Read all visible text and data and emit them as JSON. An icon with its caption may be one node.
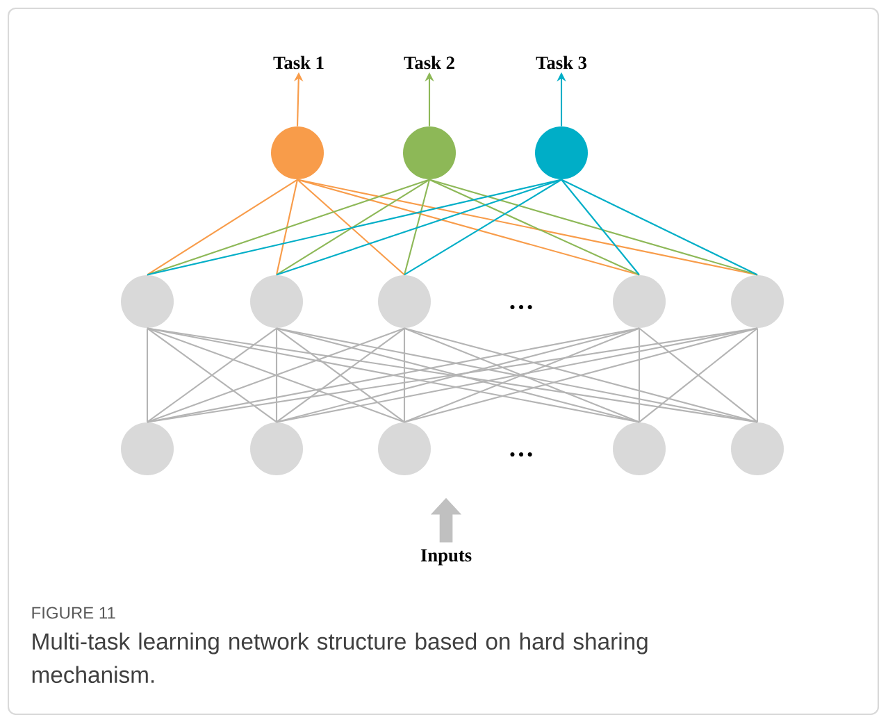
{
  "diagram": {
    "caption": "Multi-task learning network structure based on hard sharing mechanism.",
    "nodes": [
      {
        "text": [
          "Task 1"
        ]
      },
      {
        "text": [
          "Task 2"
        ]
      },
      {
        "text": [
          "Task 3"
        ]
      },
      {
        "text": [],
        "shape": "circle"
      },
      {
        "text": [],
        "shape": "circle"
      },
      {
        "text": [],
        "shape": "circle"
      },
      {
        "text": [],
        "shape": "circle"
      },
      {
        "text": [],
        "shape": "circle"
      },
      {
        "text": [],
        "shape": "circle"
      },
      {
        "text": [],
        "shape": "circle"
      },
      {
        "text": [],
        "shape": "circle"
      },
      {
        "text": [],
        "shape": "circle"
      },
      {
        "text": [],
        "shape": "circle"
      },
      {
        "text": [],
        "shape": "circle"
      },
      {
        "text": [],
        "shape": "circle"
      },
      {
        "text": [],
        "shape": "circle"
      },
      {
        "text": [
          "Inputs"
        ]
      }
    ],
    "edges": [
      {
        "from": 3,
        "to": 0,
        "arrow": "to",
        "color": "#f89c4a"
      },
      {
        "from": 4,
        "to": 1,
        "arrow": "to",
        "color": "#8db857"
      },
      {
        "from": 5,
        "to": 2,
        "arrow": "to",
        "color": "#00aec7"
      },
      {
        "from": 3,
        "to": 6,
        "arrow": "none",
        "color": "#f89c4a"
      },
      {
        "from": 3,
        "to": 7,
        "arrow": "none",
        "color": "#f89c4a"
      },
      {
        "from": 3,
        "to": 8,
        "arrow": "none",
        "color": "#f89c4a"
      },
      {
        "from": 3,
        "to": 9,
        "arrow": "none",
        "color": "#f89c4a"
      },
      {
        "from": 3,
        "to": 10,
        "arrow": "none",
        "color": "#f89c4a"
      },
      {
        "from": 4,
        "to": 6,
        "arrow": "none",
        "color": "#8db857"
      },
      {
        "from": 4,
        "to": 7,
        "arrow": "none",
        "color": "#8db857"
      },
      {
        "from": 4,
        "to": 8,
        "arrow": "none",
        "color": "#8db857"
      },
      {
        "from": 4,
        "to": 9,
        "arrow": "none",
        "color": "#8db857"
      },
      {
        "from": 4,
        "to": 10,
        "arrow": "none",
        "color": "#8db857"
      },
      {
        "from": 5,
        "to": 6,
        "arrow": "none",
        "color": "#00aec7"
      },
      {
        "from": 5,
        "to": 7,
        "arrow": "none",
        "color": "#00aec7"
      },
      {
        "from": 5,
        "to": 8,
        "arrow": "none",
        "color": "#00aec7"
      },
      {
        "from": 5,
        "to": 9,
        "arrow": "none",
        "color": "#00aec7"
      },
      {
        "from": 5,
        "to": 10,
        "arrow": "none",
        "color": "#00aec7"
      },
      {
        "from": 6,
        "to": 11,
        "arrow": "none"
      },
      {
        "from": 6,
        "to": 12,
        "arrow": "none"
      },
      {
        "from": 6,
        "to": 13,
        "arrow": "none"
      },
      {
        "from": 6,
        "to": 14,
        "arrow": "none"
      },
      {
        "from": 6,
        "to": 15,
        "arrow": "none"
      },
      {
        "from": 7,
        "to": 11,
        "arrow": "none"
      },
      {
        "from": 7,
        "to": 12,
        "arrow": "none"
      },
      {
        "from": 7,
        "to": 13,
        "arrow": "none"
      },
      {
        "from": 7,
        "to": 14,
        "arrow": "none"
      },
      {
        "from": 7,
        "to": 15,
        "arrow": "none"
      },
      {
        "from": 8,
        "to": 11,
        "arrow": "none"
      },
      {
        "from": 8,
        "to": 12,
        "arrow": "none"
      },
      {
        "from": 8,
        "to": 13,
        "arrow": "none"
      },
      {
        "from": 8,
        "to": 14,
        "arrow": "none"
      },
      {
        "from": 8,
        "to": 15,
        "arrow": "none"
      },
      {
        "from": 9,
        "to": 11,
        "arrow": "none"
      },
      {
        "from": 9,
        "to": 12,
        "arrow": "none"
      },
      {
        "from": 9,
        "to": 13,
        "arrow": "none"
      },
      {
        "from": 9,
        "to": 14,
        "arrow": "none"
      },
      {
        "from": 9,
        "to": 15,
        "arrow": "none"
      },
      {
        "from": 10,
        "to": 11,
        "arrow": "none"
      },
      {
        "from": 10,
        "to": 12,
        "arrow": "none"
      },
      {
        "from": 10,
        "to": 13,
        "arrow": "none"
      },
      {
        "from": 10,
        "to": 14,
        "arrow": "none"
      },
      {
        "from": 10,
        "to": 15,
        "arrow": "none"
      },
      {
        "from": 16,
        "to": null,
        "arrow": "to",
        "style": "thick",
        "color": "#c0c0c0"
      }
    ],
    "labels": [
      "…",
      "…",
      "FIGURE 11"
    ]
  }
}
